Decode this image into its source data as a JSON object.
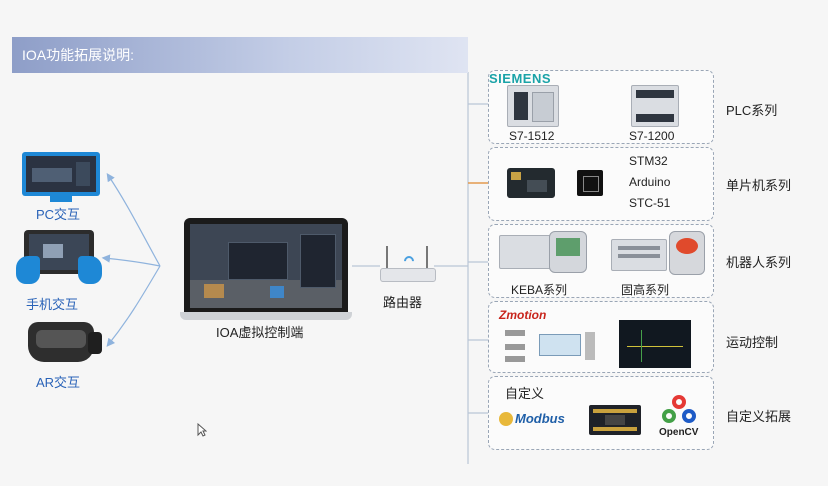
{
  "title": "IOA功能拓展说明:",
  "clients": {
    "pc": "PC交互",
    "mobile": "手机交互",
    "ar": "AR交互"
  },
  "center": {
    "laptop_label": "IOA虚拟控制端",
    "router_label": "路由器"
  },
  "categories": [
    {
      "label": "PLC系列",
      "brand": "SIEMENS",
      "items": [
        "S7-1512",
        "S7-1200"
      ]
    },
    {
      "label": "单片机系列",
      "items": [
        "STM32",
        "Arduino",
        "STC-51"
      ]
    },
    {
      "label": "机器人系列",
      "items": [
        "KEBA系列",
        "固高系列"
      ]
    },
    {
      "label": "运动控制",
      "brand": "Zmotion"
    },
    {
      "label": "自定义拓展",
      "heading": "自定义",
      "logos": [
        "Modbus",
        "OpenCV"
      ]
    }
  ],
  "colors": {
    "blue_text": "#2a63b8",
    "connector_blue": "#8fb3dd",
    "highlight_orange": "#e39a4e",
    "zmotion_red": "#c8241b"
  }
}
